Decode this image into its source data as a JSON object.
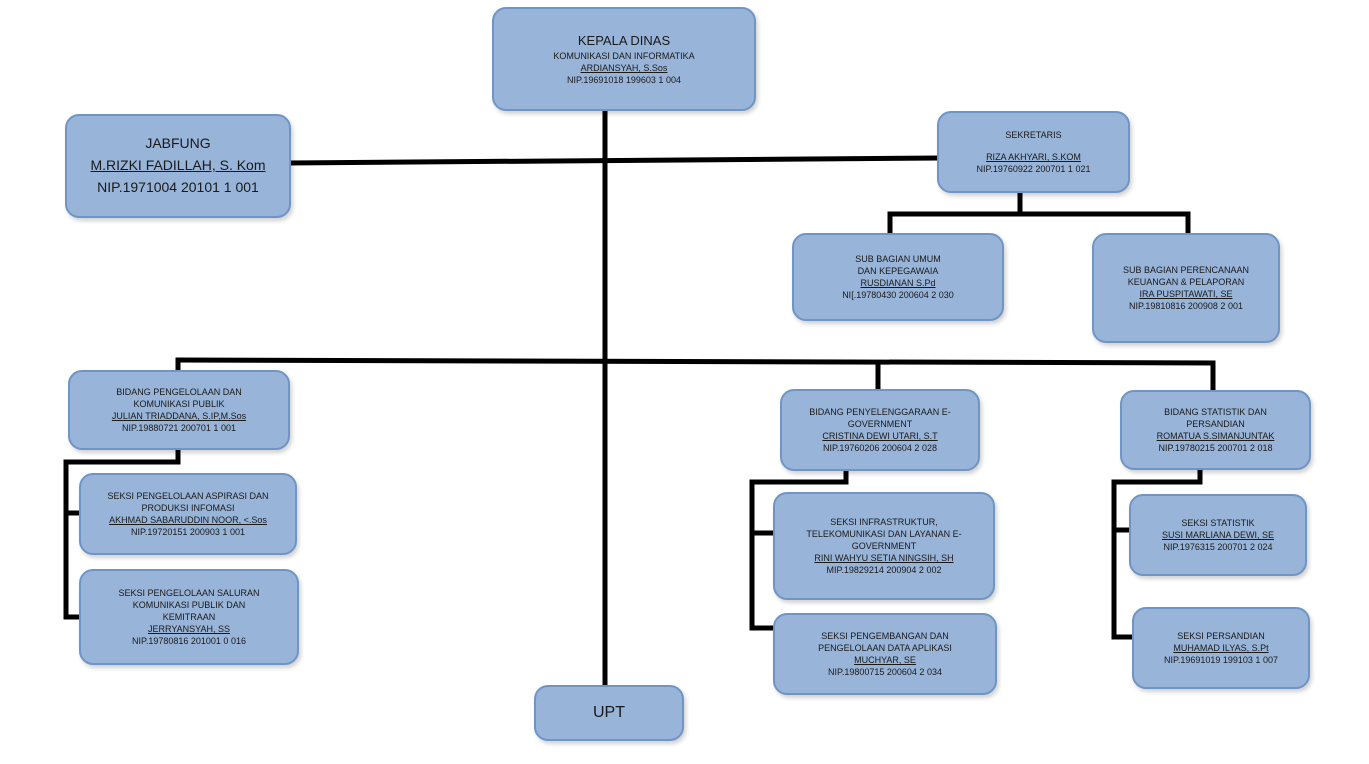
{
  "kepala": {
    "title": "KEPALA DINAS",
    "unit": "KOMUNIKASI DAN INFORMATIKA",
    "name": "ARDIANSYAH, S.Sos",
    "nip": "NIP.19691018 199603 1 004"
  },
  "jabfung": {
    "title": "JABFUNG",
    "name": "M.RIZKI FADILLAH, S. Kom",
    "nip": "NIP.1971004 20101 1 001"
  },
  "sekretaris": {
    "title": "SEKRETARIS",
    "name": "RIZA AKHYARI, S.KOM",
    "nip": "NIP.19760922 200701 1 021"
  },
  "subbag_umum": {
    "line1": "SUB BAGIAN UMUM",
    "line2": "DAN KEPEGAWAIA",
    "name": "RUSDIANAN S.Pd",
    "nip": "NI[.19780430  200604 2 030"
  },
  "subbag_perencanaan": {
    "line1": "SUB BAGIAN PERENCANAAN",
    "line2": "KEUANGAN & PELAPORAN",
    "name": "IRA PUSPITAWATI, SE",
    "nip": "NIP.19810816 200908 2 001"
  },
  "bidang_publik": {
    "line1": "BIDANG PENGELOLAAN DAN",
    "line2": "KOMUNIKASI PUBLIK",
    "name": "JULIAN TRIADDANA, S.IP,M.Sos",
    "nip": "NIP.19880721 200701 1 001"
  },
  "seksi_aspirasi": {
    "line1": "SEKSI PENGELOLAAN ASPIRASI DAN",
    "line2": "PRODUKSI INFOMASI",
    "name": "AKHMAD SABARUDDIN NOOR, <.Sos",
    "nip": "NIP.19720151 200903 1 001"
  },
  "seksi_saluran": {
    "line1": "SEKSI PENGELOLAAN SALURAN",
    "line2": "KOMUNIKASI PUBLIK DAN",
    "line3": "KEMITRAAN",
    "name": "JERRYANSYAH, SS",
    "nip": "NIP.19780816 201001 0 016"
  },
  "bidang_egov": {
    "line1": "BIDANG PENYELENGGARAAN E-",
    "line2": "GOVERNMENT",
    "name": "CRISTINA DEWI UTARI, S.T",
    "nip": "NIP.19760206 200604 2 028"
  },
  "seksi_infrastruktur": {
    "line1": "SEKSI INFRASTRUKTUR,",
    "line2": "TELEKOMUNIKASI DAN LAYANAN E-",
    "line3": "GOVERNMENT",
    "name": "RINI WAHYU SETIA NINGSIH, SH",
    "nip": "MIP.19829214 200904 2 002"
  },
  "seksi_aplikasi": {
    "line1": "SEKSI PENGEMBANGAN DAN",
    "line2": "PENGELOLAAN DATA APLIKASI",
    "name": "MUCHYAR, SE",
    "nip": "NIP.19800715 200604 2  034"
  },
  "bidang_statistik": {
    "line1": "BIDANG STATISTIK DAN",
    "line2": "PERSANDIAN",
    "name": "ROMATUA S.SIMANJUNTAK",
    "nip": "NIP.19780215 200701 2 018"
  },
  "seksi_statistik": {
    "line1": "SEKSI STATISTIK",
    "name": "SUSI MARLIANA DEWI, SE",
    "nip": "NIP.1976315 200701 2 024"
  },
  "seksi_persandian": {
    "line1": "SEKSI PERSANDIAN",
    "name": "MUHAMAD ILYAS, S.Pt",
    "nip": "NIP.19691019 199103 1 007"
  },
  "upt": {
    "title": "UPT"
  },
  "colors": {
    "box_fill": "#98b4d8",
    "box_border": "#6f95c7",
    "line": "#000000"
  }
}
